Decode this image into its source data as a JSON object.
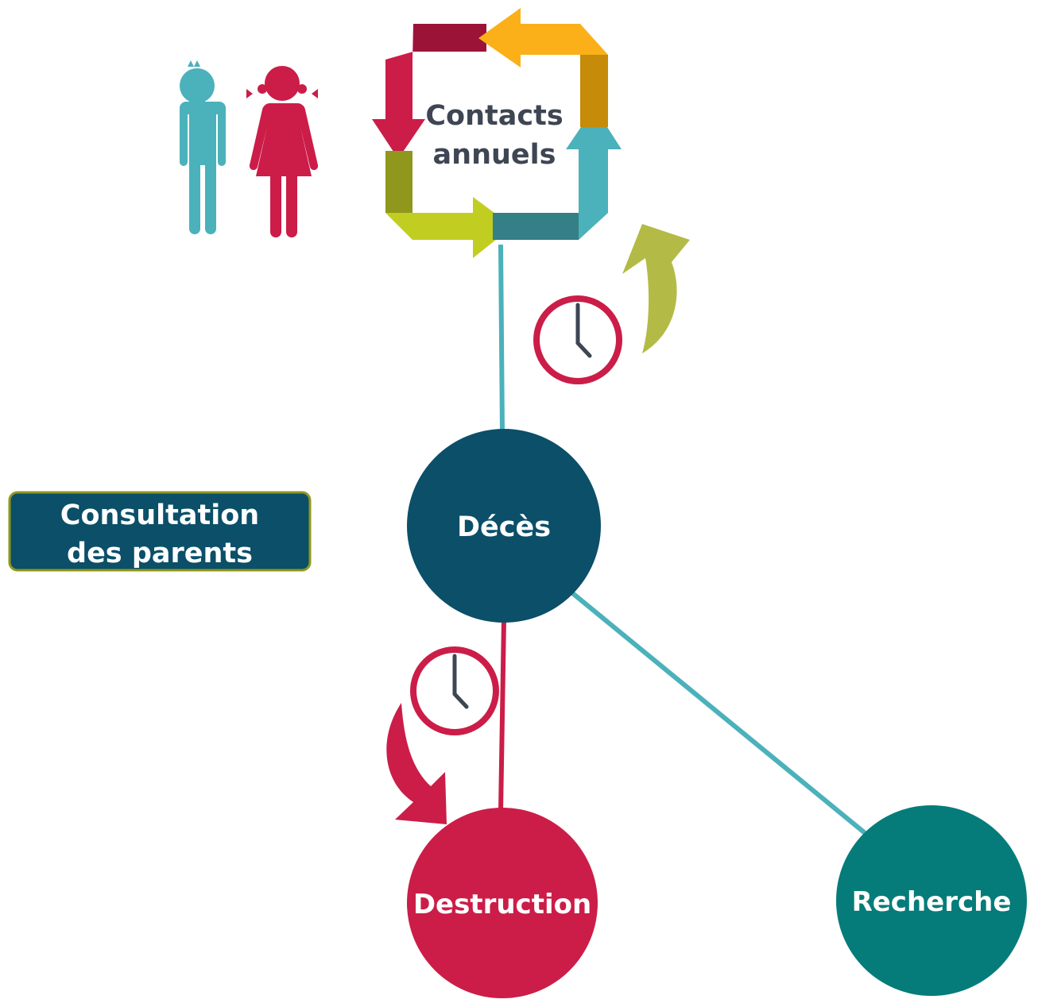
{
  "cycle": {
    "line1": "Contacts",
    "line2": "annuels"
  },
  "consult_box": {
    "line1": "Consultation",
    "line2": "des parents"
  },
  "nodes": {
    "deces": {
      "label": "Décès"
    },
    "destruction": {
      "label": "Destruction"
    },
    "recherche": {
      "label": "Recherche"
    }
  },
  "colors": {
    "teal": "#4bb1ba",
    "crimson": "#cb1d48",
    "dark_teal": "#0b4f69",
    "green_teal": "#057c7a",
    "olive": "#b3bb46",
    "text_dark": "#3e4654",
    "orange": "#fbb019",
    "lime": "#c2cd21"
  }
}
